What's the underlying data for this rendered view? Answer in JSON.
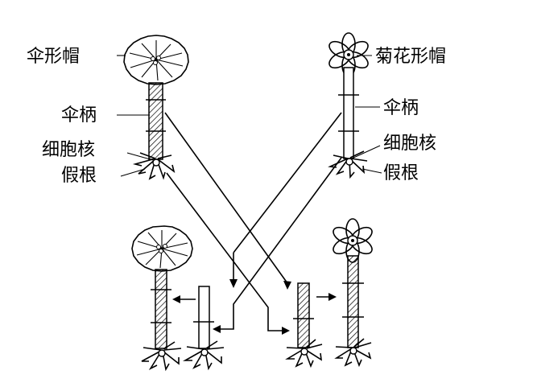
{
  "labels": {
    "umbrella_cap": "伞形帽",
    "chrysanthemum_cap": "菊花形帽",
    "stalk_left": "伞柄",
    "stalk_right": "伞柄",
    "nucleus_left": "细胞核",
    "nucleus_right": "细胞核",
    "rhizoid_left": "假根",
    "rhizoid_right": "假根"
  },
  "colors": {
    "ink": "#000000",
    "paper": "#ffffff"
  }
}
